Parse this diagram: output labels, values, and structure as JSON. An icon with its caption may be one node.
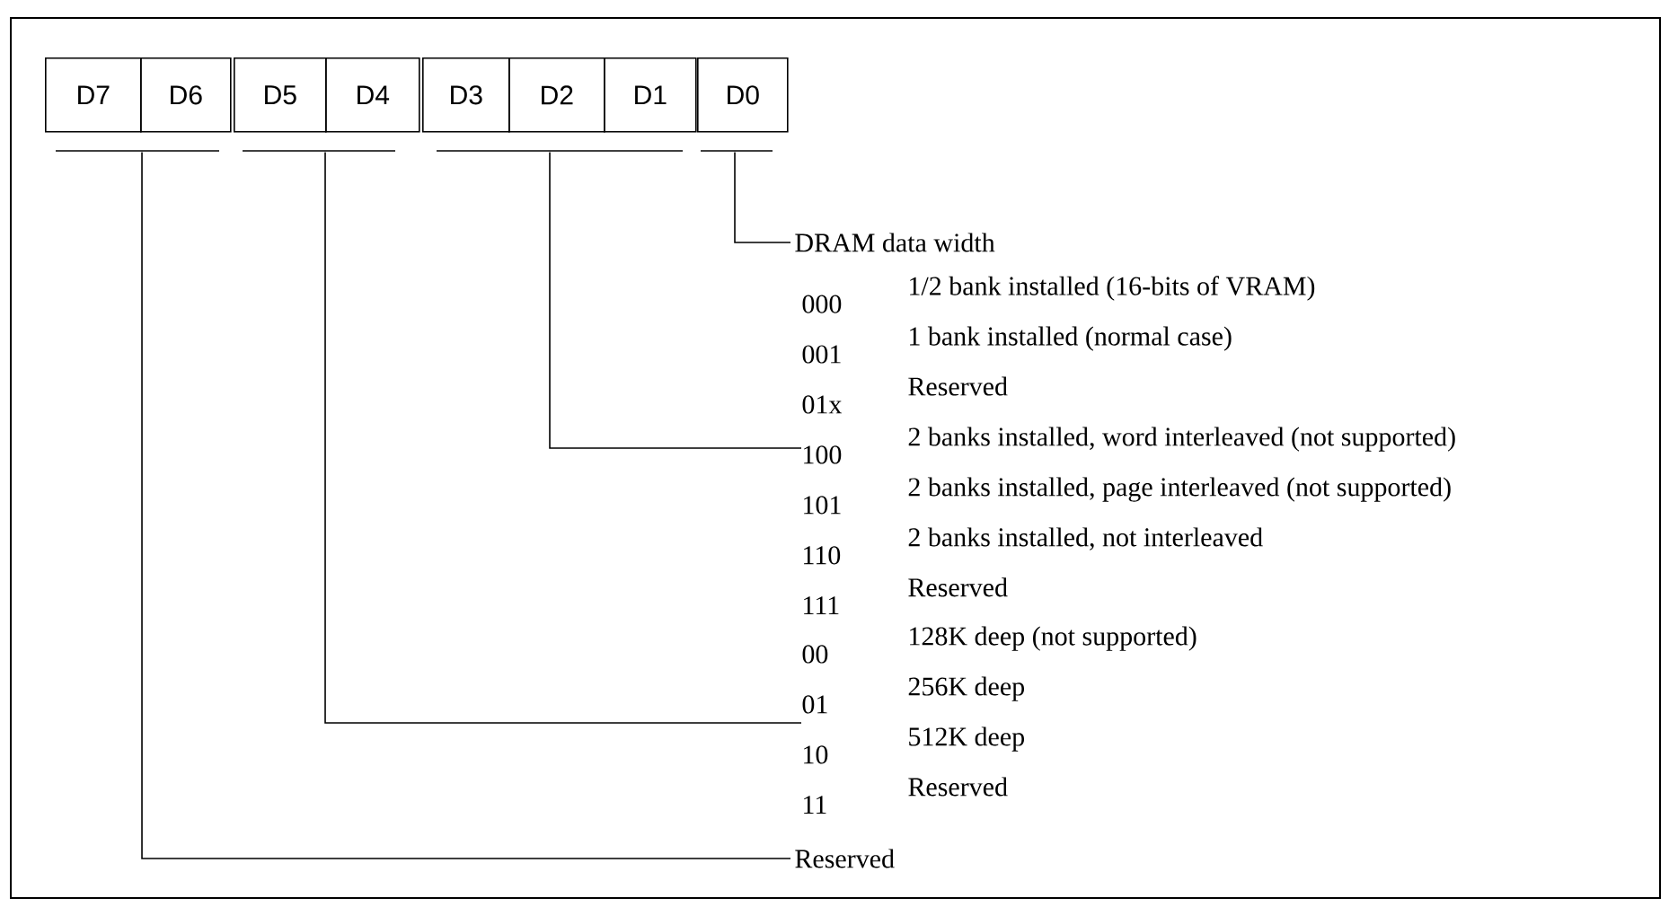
{
  "diagram": {
    "nodes": [
      {
        "text": [
          "D7"
        ]
      },
      {
        "text": [
          "D6"
        ]
      },
      {
        "text": [
          "D5"
        ]
      },
      {
        "text": [
          "D4"
        ]
      },
      {
        "text": [
          "D3"
        ]
      },
      {
        "text": [
          "D2"
        ]
      },
      {
        "text": [
          "D1"
        ]
      },
      {
        "text": [
          "D0"
        ]
      },
      {
        "text": [
          "DRAM data width"
        ]
      },
      {
        "text": [
          "000",
          "1/2 bank installed (16-bits of VRAM)",
          "001",
          "1 bank installed (normal case)",
          "01x",
          "Reserved",
          "100",
          "2 banks installed, word interleaved (not supported)",
          "101",
          "2 banks installed, page interleaved (not supported)",
          "110",
          "2 banks installed, not interleaved",
          "111",
          "Reserved"
        ]
      },
      {
        "text": [
          "00",
          "128K deep (not supported)",
          "01",
          "256K deep",
          "10",
          "512K deep",
          "11",
          "Reserved"
        ]
      },
      {
        "text": [
          "Reserved"
        ]
      }
    ],
    "edges": [
      {
        "from": 7,
        "to": 8,
        "arrow": "none"
      },
      {
        "from": 5,
        "to": 9,
        "arrow": "none"
      },
      {
        "from": 3,
        "to": 10,
        "arrow": "none"
      },
      {
        "from": 1,
        "to": 11,
        "arrow": "none"
      }
    ]
  }
}
